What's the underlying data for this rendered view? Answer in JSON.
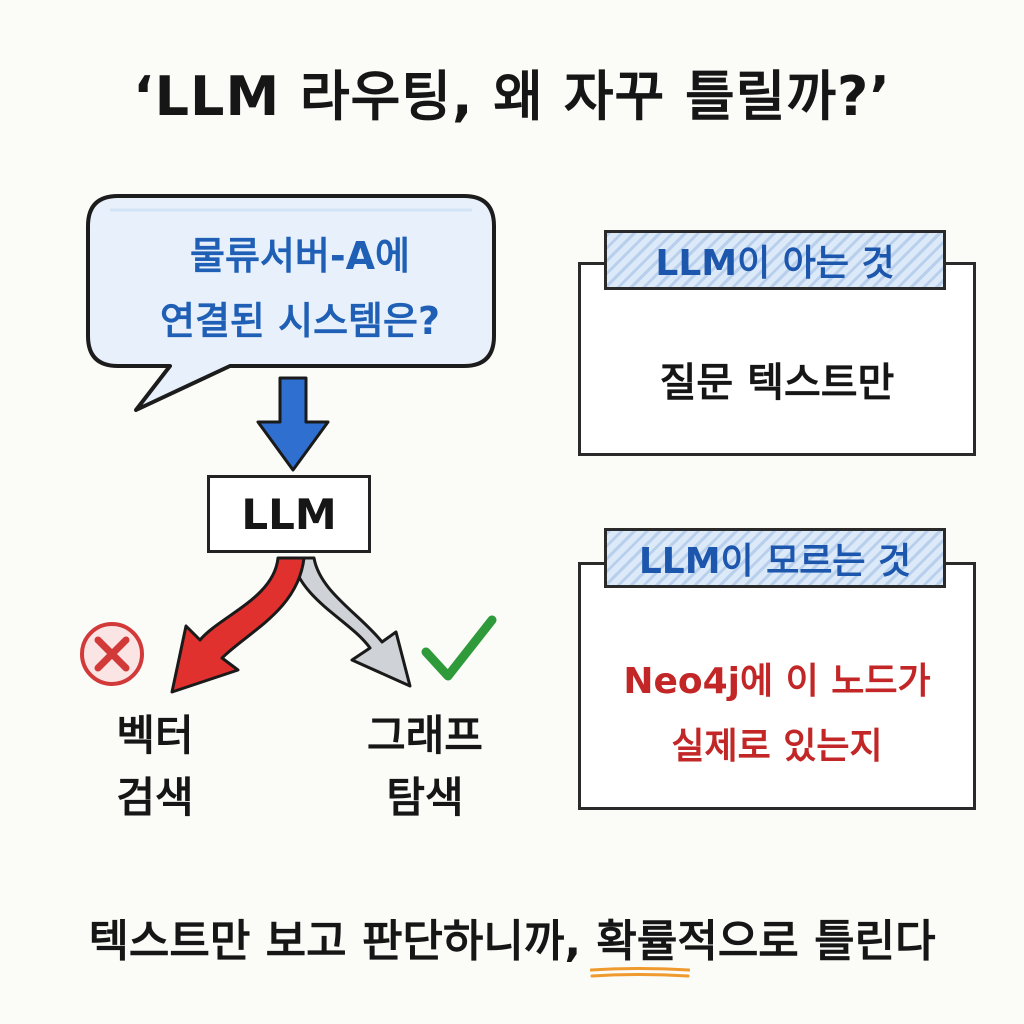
{
  "title": "‘LLM 라우팅, 왜 자꾸 틀릴까?’",
  "question_bubble": {
    "line1": "물류서버-A에",
    "line2": "연결된 시스템은?"
  },
  "router_label": "LLM",
  "options": {
    "vector": {
      "line1": "벡터",
      "line2": "검색",
      "status_icon": "cross-icon",
      "arrow_color": "#e0312f"
    },
    "graph": {
      "line1": "그래프",
      "line2": "탐색",
      "status_icon": "check-icon",
      "arrow_color": "#cfd2d6"
    }
  },
  "panel_known": {
    "header": "LLM이 아는 것",
    "body": "질문 텍스트만"
  },
  "panel_unknown": {
    "header": "LLM이 모르는 것",
    "line1": "Neo4j에 이 노드가",
    "line2": "실제로 있는지"
  },
  "footer": {
    "prefix": "텍스트만 보고 판단하니까, ",
    "emphasis": "확률적으로 틀린다"
  },
  "colors": {
    "question_text": "#1f5fb5",
    "header_text": "#1d57ad",
    "header_fill": "#dce9f8",
    "down_arrow": "#2f6fd0",
    "wrong_text": "#c22626",
    "check": "#2f9a3a",
    "underline": "#ef9a2e"
  }
}
